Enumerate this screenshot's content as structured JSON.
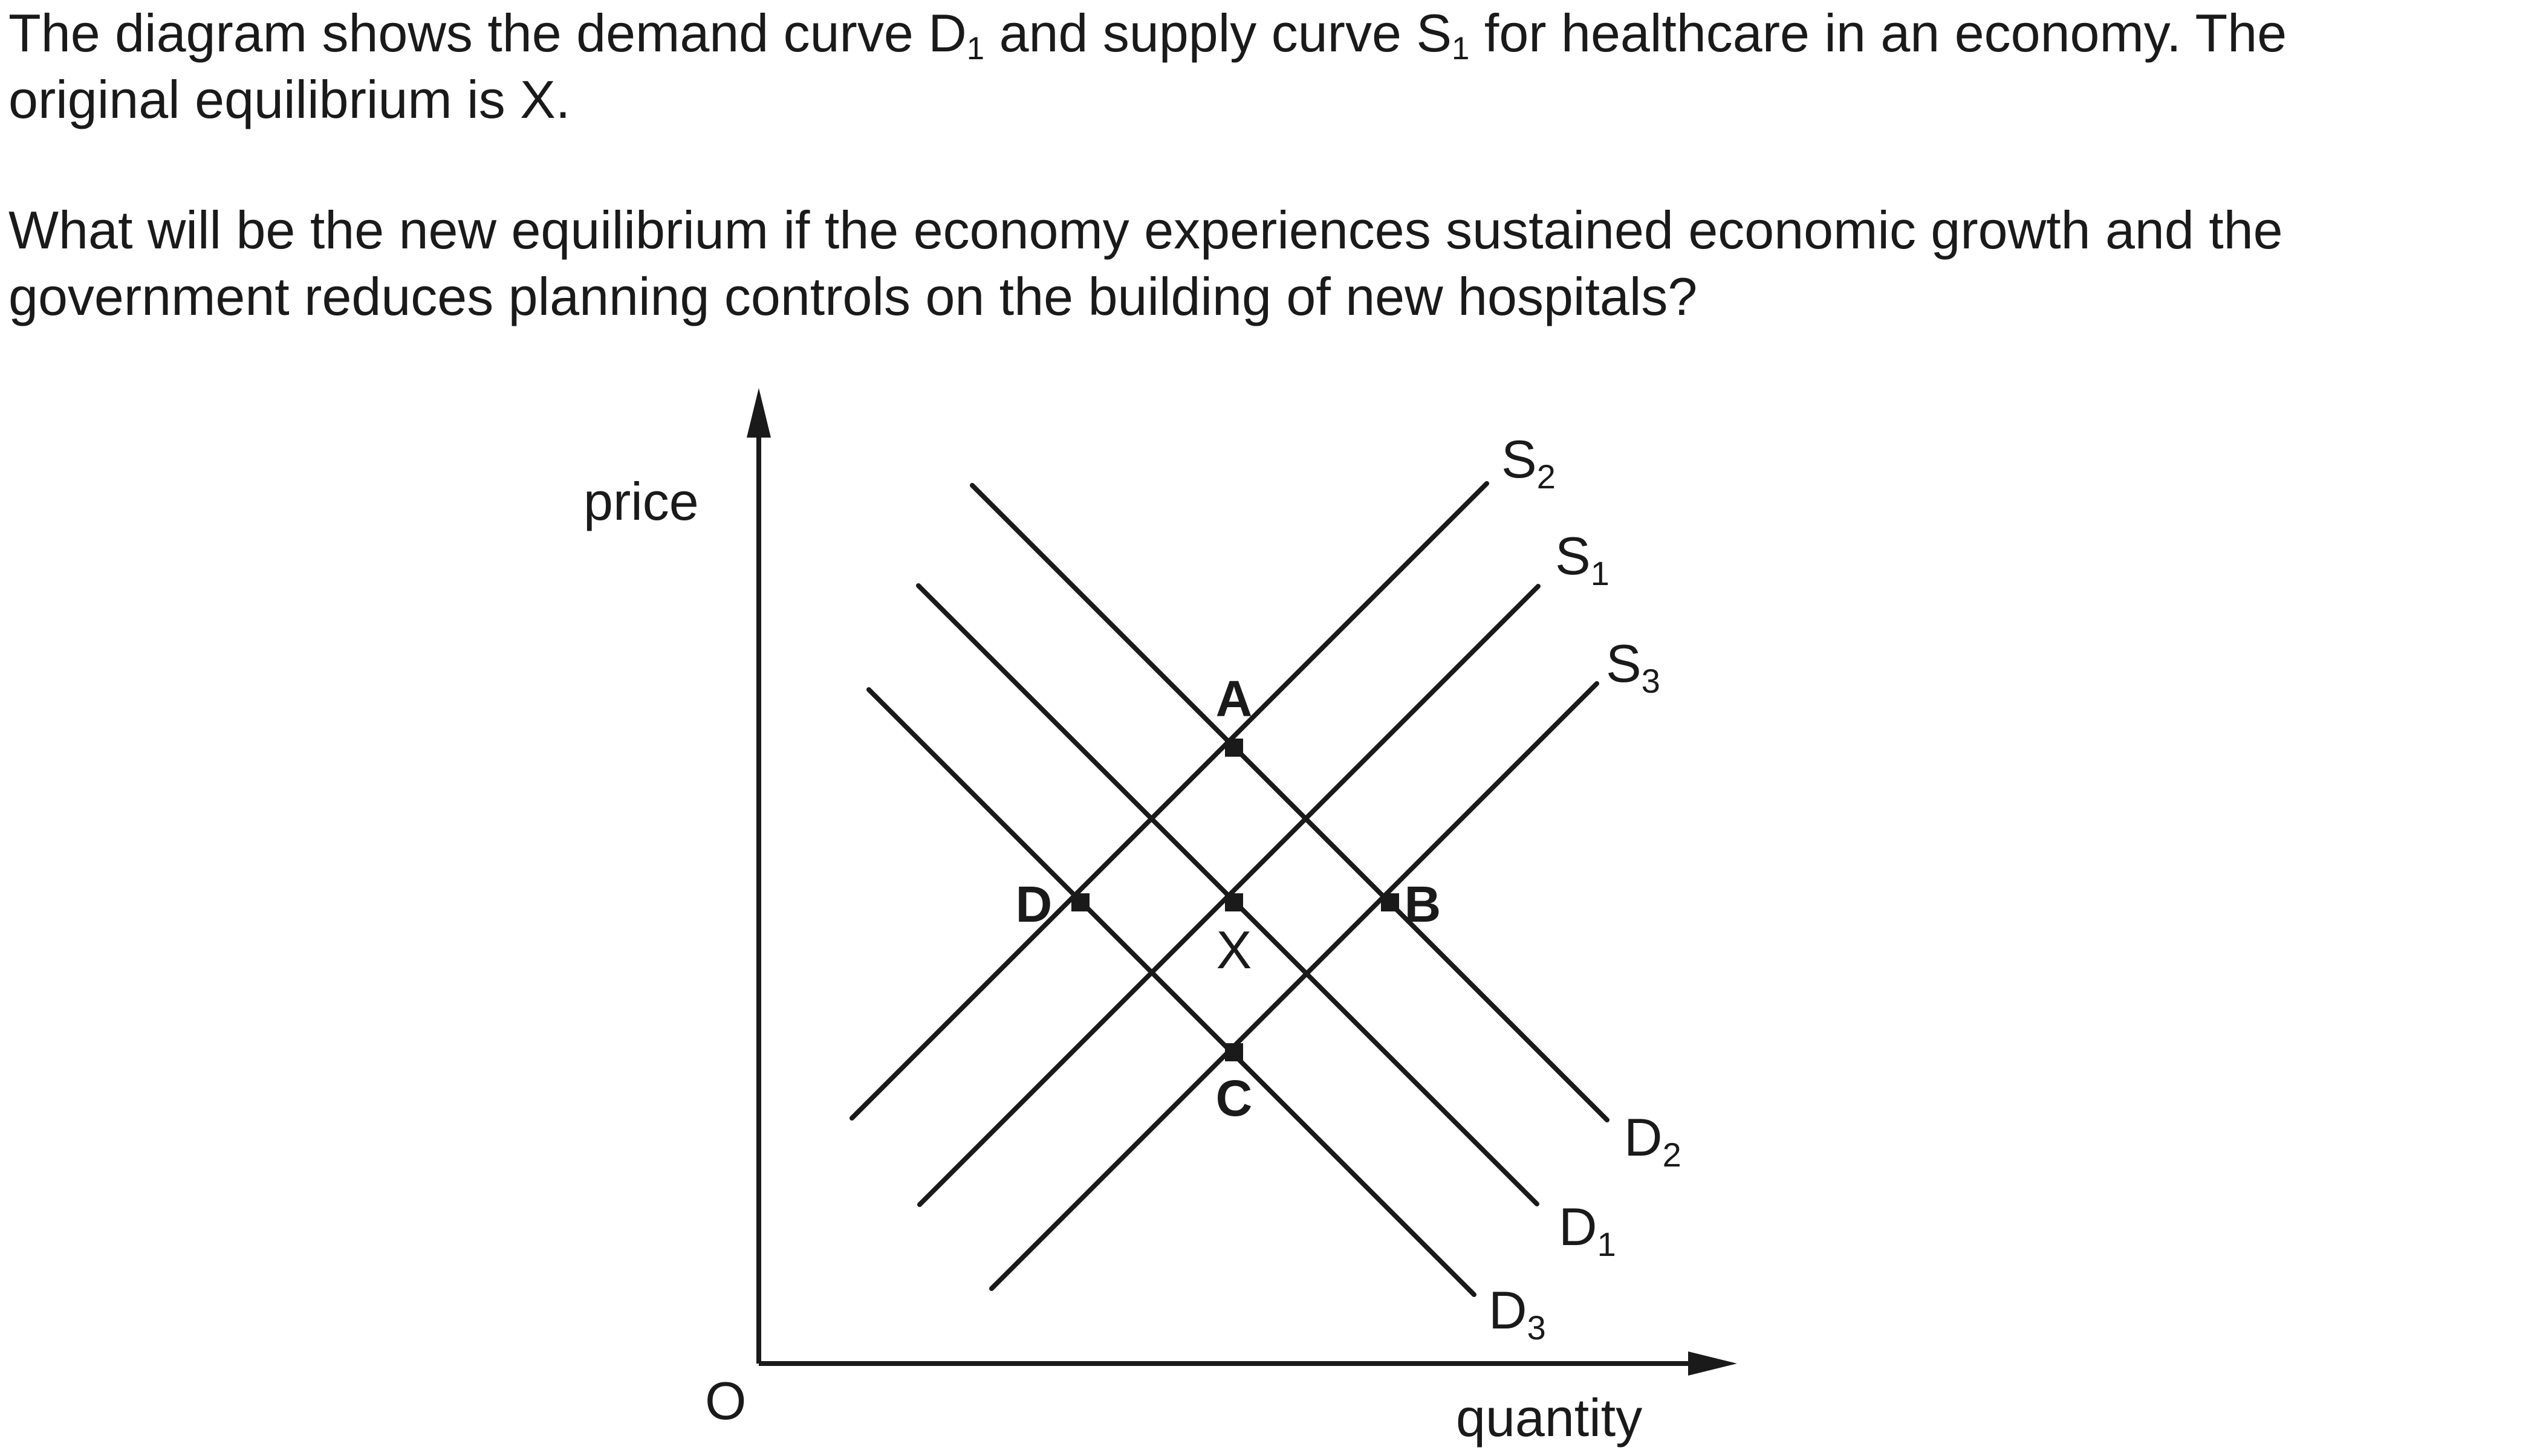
{
  "question": {
    "para1": {
      "before_d": "The diagram shows the demand curve D",
      "d_sub": "1",
      "between": " and supply curve S",
      "s_sub": "1",
      "after": " for healthcare in an economy. The",
      "line2": "original equilibrium is X."
    },
    "para2": {
      "line1": "What will be the new equilibrium if the economy experiences sustained economic growth and the",
      "line2": "government reduces planning controls on the building of new hospitals?"
    }
  },
  "diagram": {
    "y_axis_label": "price",
    "x_axis_label": "quantity",
    "origin_label": "O",
    "curves": [
      {
        "letter": "S",
        "sub": "2",
        "kind": "supply"
      },
      {
        "letter": "S",
        "sub": "1",
        "kind": "supply"
      },
      {
        "letter": "S",
        "sub": "3",
        "kind": "supply"
      },
      {
        "letter": "D",
        "sub": "2",
        "kind": "demand"
      },
      {
        "letter": "D",
        "sub": "1",
        "kind": "demand"
      },
      {
        "letter": "D",
        "sub": "3",
        "kind": "demand"
      }
    ],
    "points": [
      {
        "label": "A",
        "bold": true
      },
      {
        "label": "B",
        "bold": true
      },
      {
        "label": "C",
        "bold": true
      },
      {
        "label": "D",
        "bold": true
      },
      {
        "label": "X",
        "bold": false
      }
    ]
  }
}
